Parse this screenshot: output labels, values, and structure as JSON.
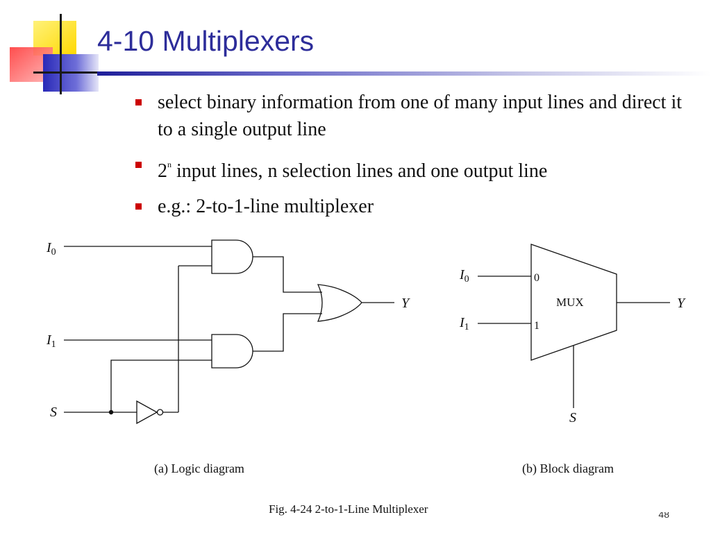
{
  "slide": {
    "title": "4-10 Multiplexers",
    "bullets": [
      {
        "text": "select binary information from one of many input lines and direct it to a single output line"
      },
      {
        "base": "2",
        "sup": "n",
        "rest": " input lines, n selection lines and one output line"
      },
      {
        "text": "e.g.: 2-to-1-line multiplexer"
      }
    ],
    "page_number": "48"
  },
  "logic_diagram": {
    "in0_main": "I",
    "in0_sub": "0",
    "in1_main": "I",
    "in1_sub": "1",
    "sel": "S",
    "out": "Y",
    "caption": "(a) Logic diagram"
  },
  "block_diagram": {
    "in0_main": "I",
    "in0_sub": "0",
    "in1_main": "I",
    "in1_sub": "1",
    "port0": "0",
    "port1": "1",
    "mux_label": "MUX",
    "out": "Y",
    "sel": "S",
    "caption": "(b) Block diagram"
  },
  "figure_caption": "Fig. 4-24  2-to-1-Line Multiplexer",
  "colors": {
    "title": "#2d2d9a",
    "bullet": "#cc0000",
    "logo_yellow": "#ffe000",
    "logo_red": "#ff3030",
    "logo_blue": "#3030c8"
  }
}
